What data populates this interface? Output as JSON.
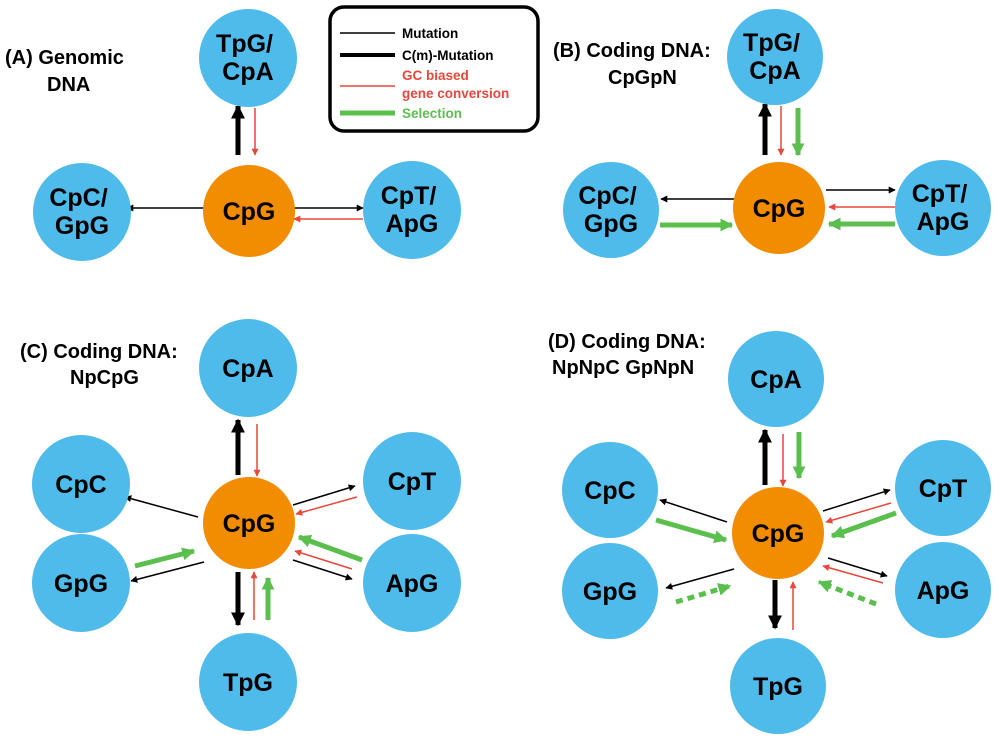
{
  "colors": {
    "node": "#4fbbeb",
    "center": "#f28c00",
    "mutation": "#000000",
    "gbgc": "#e8473b",
    "selection": "#5bbf4e"
  },
  "legend": {
    "mutation": "Mutation",
    "cm_mutation": "C(m)-Mutation",
    "gbgc_line1": "GC biased",
    "gbgc_line2": "gene conversion",
    "selection": "Selection"
  },
  "panels": {
    "A": {
      "title": [
        "(A) Genomic",
        "DNA"
      ],
      "center": "CpG",
      "top": [
        "TpG/",
        "CpA"
      ],
      "left": [
        "CpC/",
        "GpG"
      ],
      "right": [
        "CpT/",
        "ApG"
      ]
    },
    "B": {
      "title": [
        "(B) Coding DNA:",
        "CpGpN"
      ],
      "center": "CpG",
      "top": [
        "TpG/",
        "CpA"
      ],
      "left": [
        "CpC/",
        "GpG"
      ],
      "right": [
        "CpT/",
        "ApG"
      ]
    },
    "C": {
      "title": [
        "(C) Coding DNA:",
        "NpCpG"
      ],
      "center": "CpG",
      "top": "CpA",
      "bottom": "TpG",
      "upper_left": "CpC",
      "lower_left": "GpG",
      "upper_right": "CpT",
      "lower_right": "ApG"
    },
    "D": {
      "title": [
        "(D) Coding DNA:",
        "NpNpC GpNpN"
      ],
      "center": "CpG",
      "top": "CpA",
      "bottom": "TpG",
      "upper_left": "CpC",
      "lower_left": "GpG",
      "upper_right": "CpT",
      "lower_right": "ApG"
    }
  }
}
